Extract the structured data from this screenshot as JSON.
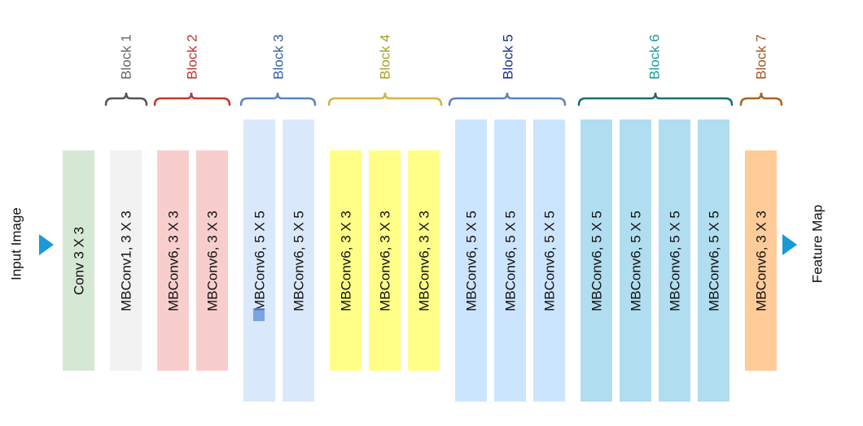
{
  "input_label": "Input Image",
  "output_label": "Feature Map",
  "blocks": [
    {
      "label": "Block 1",
      "color": "#666666"
    },
    {
      "label": "Block 2",
      "color": "#c0312a"
    },
    {
      "label": "Block 3",
      "color": "#2f5fa8"
    },
    {
      "label": "Block 4",
      "color": "#a7a028"
    },
    {
      "label": "Block 5",
      "color": "#1f2f8a"
    },
    {
      "label": "Block 6",
      "color": "#1a9a9a"
    },
    {
      "label": "Block 7",
      "color": "#a0561e"
    }
  ],
  "brace_colors": [
    "#555555",
    "#c0392b",
    "#5b84bd",
    "#d4b240",
    "#5b84bd",
    "#16706e",
    "#a86420"
  ],
  "layers": [
    {
      "label": "Conv 3 X 3",
      "fill": "#d5e8d4"
    },
    {
      "label": "MBConv1, 3 X 3",
      "fill": "#f2f2f2"
    },
    {
      "label": "MBConv6, 3 X 3",
      "fill": "#f8cecc"
    },
    {
      "label": "MBConv6, 3 X 3",
      "fill": "#f8cecc"
    },
    {
      "label": "MBConv6, 5 X 5",
      "fill": "#dae8fc"
    },
    {
      "label": "MBConv6, 5 X 5",
      "fill": "#dae8fc"
    },
    {
      "label": "MBConv6, 3 X 3",
      "fill": "#ffff88"
    },
    {
      "label": "MBConv6, 3 X 3",
      "fill": "#ffff88"
    },
    {
      "label": "MBConv6, 3 X 3",
      "fill": "#ffff88"
    },
    {
      "label": "MBConv6, 5 X 5",
      "fill": "#cce5ff"
    },
    {
      "label": "MBConv6, 5 X 5",
      "fill": "#cce5ff"
    },
    {
      "label": "MBConv6, 5 X 5",
      "fill": "#cce5ff"
    },
    {
      "label": "MBConv6, 5 X 5",
      "fill": "#b1ddf0"
    },
    {
      "label": "MBConv6, 5 X 5",
      "fill": "#b1ddf0"
    },
    {
      "label": "MBConv6, 5 X 5",
      "fill": "#b1ddf0"
    },
    {
      "label": "MBConv6, 5 X 5",
      "fill": "#b1ddf0"
    },
    {
      "label": "MBConv6, 3 X 3",
      "fill": "#ffcc99"
    }
  ],
  "arrow_color": "#1a9ad6"
}
